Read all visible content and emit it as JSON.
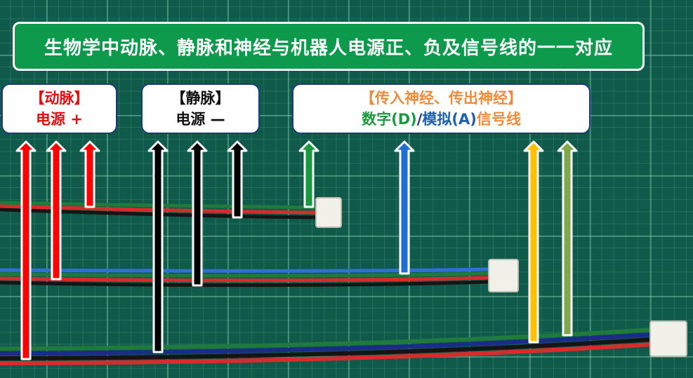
{
  "title": "生物学中动脉、静脉和神经与机器人电源正、负及信号线的一一对应",
  "artery": {
    "name": "【动脉】",
    "meaning": "电源 +",
    "color": "#e01010"
  },
  "vein": {
    "name": "【静脉】",
    "meaning": "电源 —",
    "color": "#111111"
  },
  "nerve": {
    "name": "【传入神经、传出神经】",
    "digital_text": "数字",
    "digital_abbr": "(D)",
    "separator": "/",
    "analog_text": "模拟",
    "analog_abbr": "(A)",
    "signal_text": "信号线"
  },
  "colors": {
    "mat": "#0f5a4a",
    "title_bg": "#0e9a4c",
    "red": "#e01010",
    "black": "#111111",
    "green": "#1a9a3f",
    "blue": "#1e5faa",
    "yellow": "#ffc000",
    "olive": "#7fa84a"
  }
}
